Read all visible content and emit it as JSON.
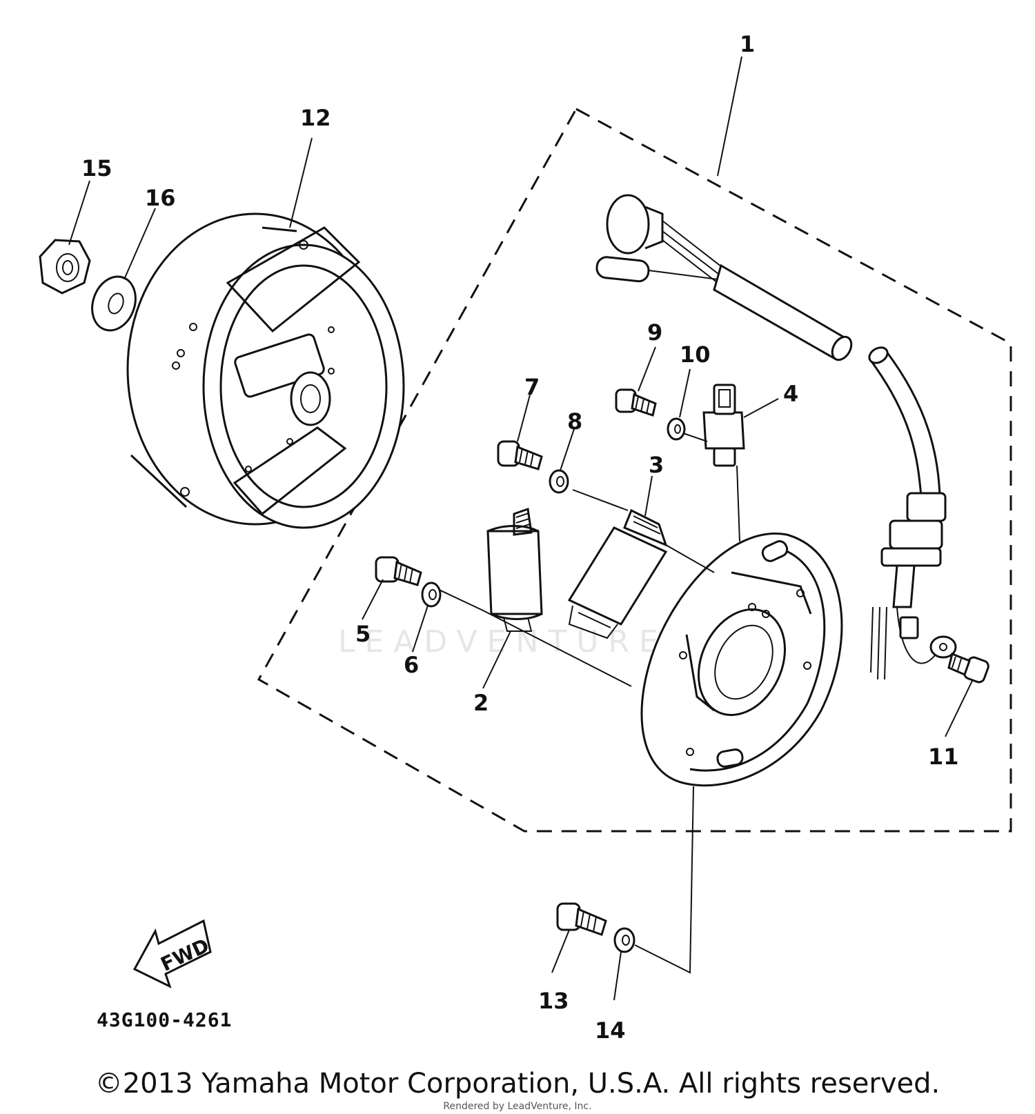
{
  "diagram": {
    "part_labels": [
      "1",
      "2",
      "3",
      "4",
      "5",
      "6",
      "7",
      "8",
      "9",
      "10",
      "11",
      "12",
      "13",
      "14",
      "15",
      "16"
    ],
    "drawing_code": "43G100-4261",
    "fwd_label": "FWD",
    "watermark": "LEADVENTURE"
  },
  "footer": {
    "copyright": "©2013 Yamaha Motor Corporation, U.S.A. All rights reserved.",
    "rendered_by": "Rendered by LeadVenture, Inc."
  }
}
